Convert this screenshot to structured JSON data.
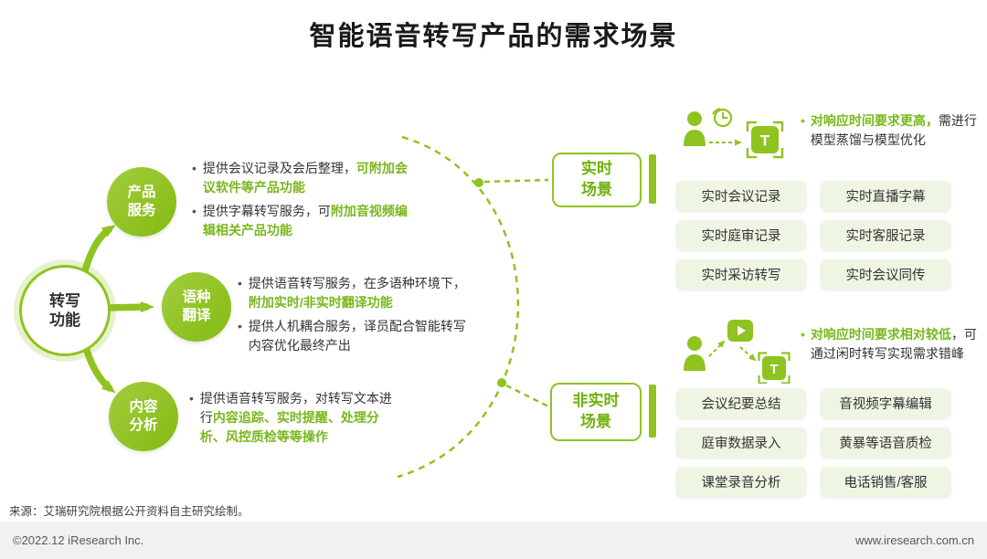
{
  "title": "智能语音转写产品的需求场景",
  "colors": {
    "green": "#8fc31f",
    "green_text": "#79b71c",
    "pill_bg": "#eef5e2",
    "text_dark": "#333333"
  },
  "hub": {
    "line1": "转写",
    "line2": "功能"
  },
  "branches": [
    {
      "label1": "产品",
      "label2": "服务",
      "bullets": [
        {
          "seg": [
            {
              "t": "提供会议记录及会后整理，",
              "hl": false
            },
            {
              "t": "可附加会议软件等产品功能",
              "hl": true
            }
          ]
        },
        {
          "seg": [
            {
              "t": "提供字幕转写服务，可",
              "hl": false
            },
            {
              "t": "附加音视频编辑相关产品功能",
              "hl": true
            }
          ]
        }
      ]
    },
    {
      "label1": "语种",
      "label2": "翻译",
      "bullets": [
        {
          "seg": [
            {
              "t": "提供语音转写服务，在多语种环境下，",
              "hl": false
            },
            {
              "t": "附加实时/非实时翻译功能",
              "hl": true
            }
          ]
        },
        {
          "seg": [
            {
              "t": "提供人机耦合服务，译员配合智能转写内容优化最终产出",
              "hl": false
            }
          ]
        }
      ]
    },
    {
      "label1": "内容",
      "label2": "分析",
      "bullets": [
        {
          "seg": [
            {
              "t": "提供语音转写服务，对转写文本进行",
              "hl": false
            },
            {
              "t": "内容追踪、实时提醒、处理分析、风控质检等等操作",
              "hl": true
            }
          ]
        }
      ]
    }
  ],
  "scenes": {
    "realtime": {
      "label1": "实时",
      "label2": "场景",
      "note": [
        {
          "t": "对响应时间要求更高，",
          "hl": true
        },
        {
          "t": "需进行模型蒸馏与模型优化",
          "hl": false
        }
      ],
      "pills": [
        "实时会议记录",
        "实时直播字幕",
        "实时庭审记录",
        "实时客服记录",
        "实时采访转写",
        "实时会议同传"
      ]
    },
    "offline": {
      "label1": "非实时",
      "label2": "场景",
      "note": [
        {
          "t": "对响应时间要求相对较低",
          "hl": true
        },
        {
          "t": "，可通过闲时转写实现需求错峰",
          "hl": false
        }
      ],
      "pills": [
        "会议纪要总结",
        "音视频字幕编辑",
        "庭审数据录入",
        "黄暴等语音质检",
        "课堂录音分析",
        "电话销售/客服"
      ]
    }
  },
  "icons": {
    "t_label": "T",
    "person": "person",
    "clock": "clock-refresh",
    "video": "video-play",
    "transcribe": "t-box"
  },
  "source": "来源：艾瑞研究院根据公开资料自主研究绘制。",
  "footer": {
    "copyright": "©2022.12 iResearch Inc.",
    "website": "www.iresearch.com.cn"
  }
}
